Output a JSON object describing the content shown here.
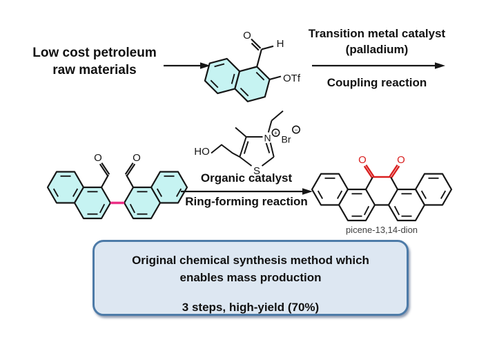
{
  "colors": {
    "ring_fill": "#c6f3f2",
    "bond": "#161616",
    "pink_bond": "#ec2f86",
    "red": "#d92020",
    "box_fill": "#dde7f2",
    "box_border": "#4d7ba8",
    "text": "#111111",
    "caption_text": "#3f3f3f"
  },
  "step1": {
    "reactant": [
      "Low cost petroleum",
      "raw materials"
    ],
    "catalyst": [
      "Transition metal catalyst",
      "(palladium)"
    ],
    "reaction": "Coupling reaction"
  },
  "molecules": {
    "triflate": {
      "o": "O",
      "h": "H",
      "otf": "OTf"
    },
    "dialdehyde": {
      "o_left": "O",
      "o_right": "O"
    },
    "thiazolium": {
      "ho": "HO",
      "n": "N",
      "plus": "+",
      "s": "S",
      "br": "Br",
      "minus": "−"
    },
    "picene": {
      "o_left": "O",
      "o_right": "O",
      "caption": "picene-13,14-dion"
    }
  },
  "step2": {
    "above": "Organic catalyst",
    "below": "Ring-forming reaction"
  },
  "summary": [
    "Original chemical synthesis method which",
    "enables mass production",
    "3 steps, high-yield (70%)"
  ]
}
